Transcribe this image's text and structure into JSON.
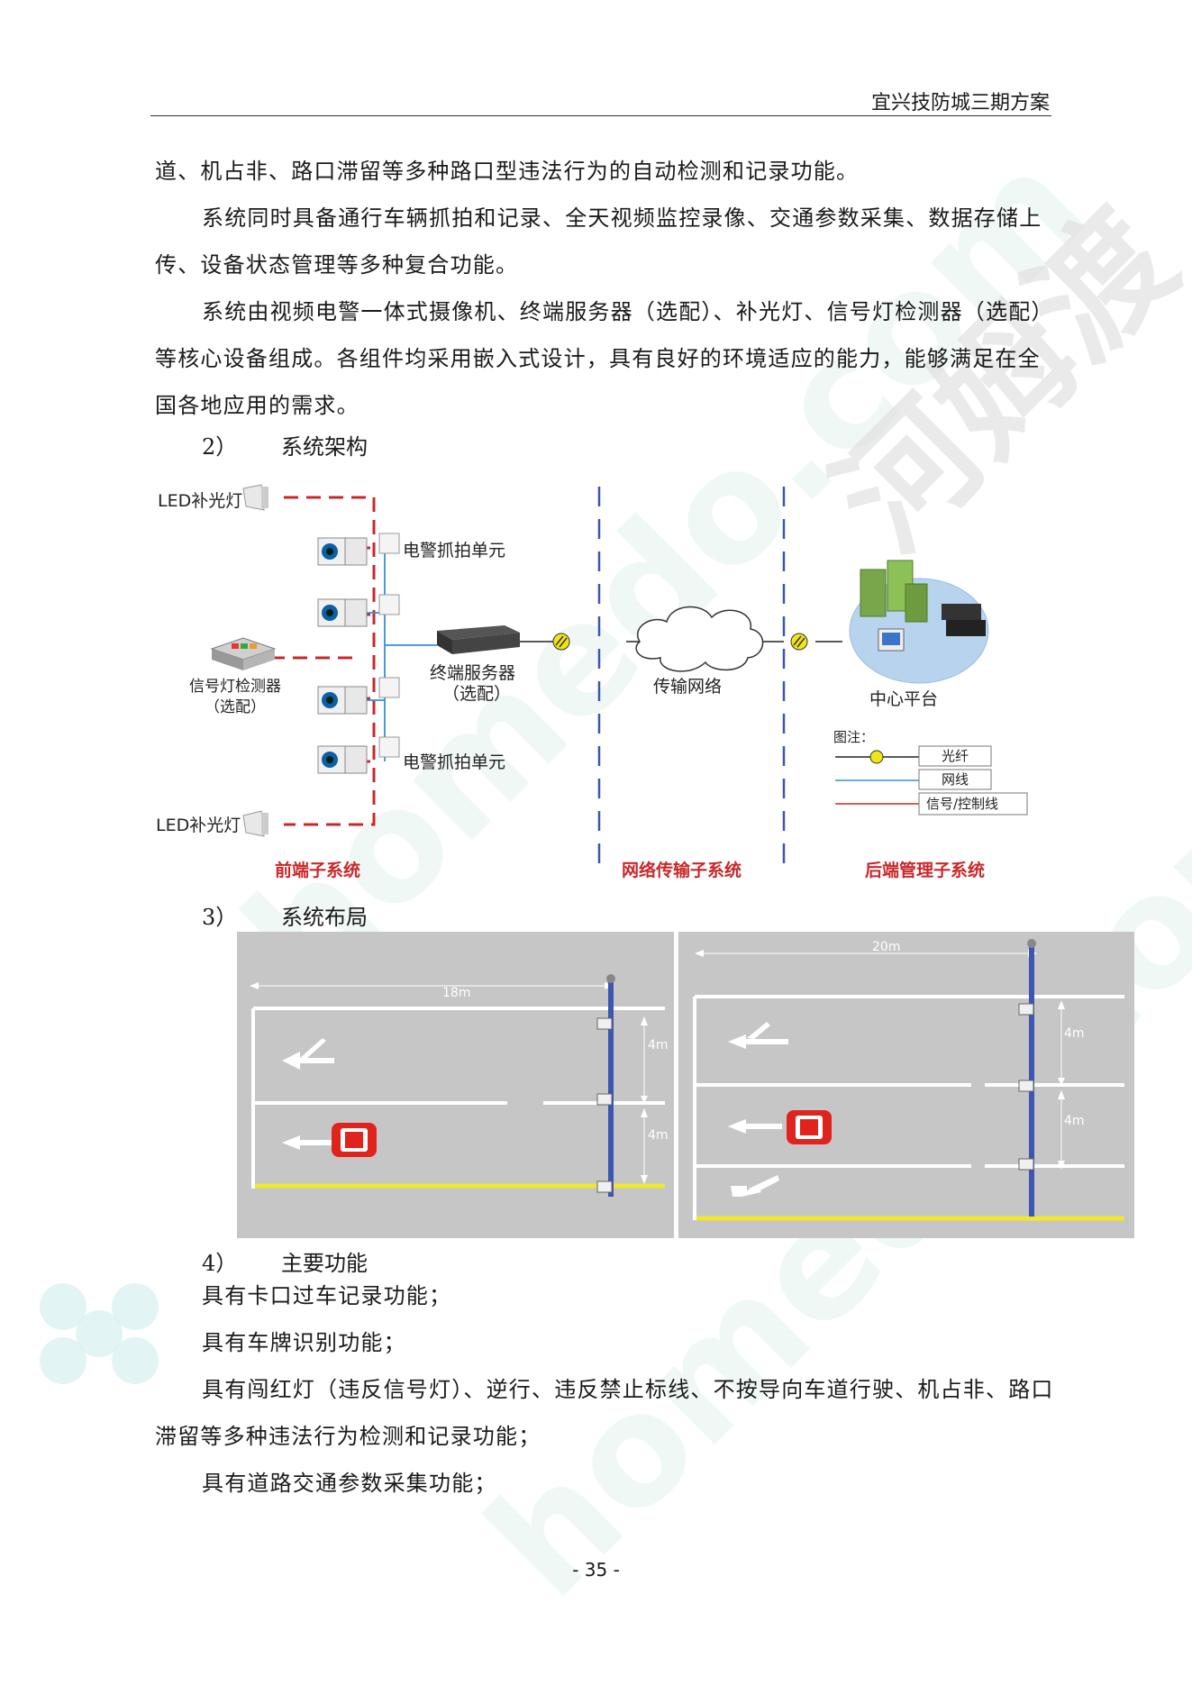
{
  "header": {
    "title": "宜兴技防城三期方案"
  },
  "paragraphs": {
    "p1": "道、机占非、路口滞留等多种路口型违法行为的自动检测和记录功能。",
    "p2": "系统同时具备通行车辆抓拍和记录、全天视频监控录像、交通参数采集、数据存储上传、设备状态管理等多种复合功能。",
    "p3": "系统由视频电警一体式摄像机、终端服务器（选配）、补光灯、信号灯检测器（选配）等核心设备组成。各组件均采用嵌入式设计，具有良好的环境适应的能力，能够满足在全国各地应用的需求。"
  },
  "sections": {
    "s2": {
      "num": "2）",
      "title": "系统架构"
    },
    "s3": {
      "num": "3）",
      "title": "系统布局"
    },
    "s4": {
      "num": "4）",
      "title": "主要功能"
    }
  },
  "architecture": {
    "led_top": "LED补光灯",
    "led_bottom": "LED补光灯",
    "capture_top": "电警抓拍单元",
    "capture_bottom": "电警抓拍单元",
    "detector": "信号灯检测器",
    "detector_opt": "（选配）",
    "server": "终端服务器",
    "server_opt": "（选配）",
    "network": "传输网络",
    "center": "中心平台",
    "legend_title": "图注：",
    "legend_fiber": "光纤",
    "legend_net": "网线",
    "legend_signal": "信号/控制线",
    "sub_front": "前端子系统",
    "sub_network": "网络传输子系统",
    "sub_back": "后端管理子系统",
    "colors": {
      "red_dashed": "#c8282a",
      "blue_line": "#3a8fd0",
      "subsystem_label": "#c8282a"
    }
  },
  "layout_diagram": {
    "left": {
      "distance": "18m",
      "gap_top": "4m",
      "gap_bottom": "4m"
    },
    "right": {
      "distance": "20m",
      "gap_top": "4m",
      "gap_bottom": "4m"
    },
    "colors": {
      "road": "#c6c6c6",
      "pole": "#3d56b0",
      "yellow": "#f0e82a",
      "car": "#e0231c"
    }
  },
  "functions": {
    "f1": "具有卡口过车记录功能；",
    "f2": "具有车牌识别功能；",
    "f3": "具有闯红灯（违反信号灯）、逆行、违反禁止标线、不按导向车道行驶、机占非、路口滞留等多种违法行为检测和记录功能；",
    "f4": "具有道路交通参数采集功能；"
  },
  "watermark": {
    "text1": "homedo.com",
    "text2": "河姆渡"
  },
  "footer": {
    "page": "- 35 -"
  }
}
